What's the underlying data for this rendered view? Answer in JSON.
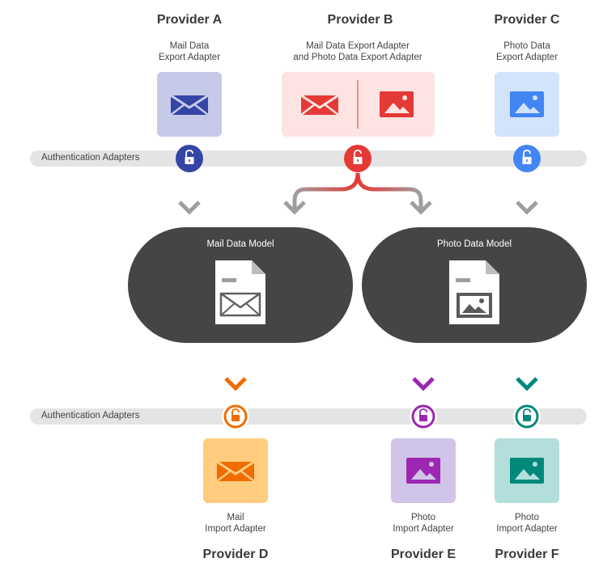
{
  "providers": {
    "a": "Provider A",
    "b": "Provider B",
    "c": "Provider C",
    "d": "Provider D",
    "e": "Provider E",
    "f": "Provider F"
  },
  "export_adapters": {
    "a": "Mail Data\nExport Adapter",
    "b": "Mail Data Export Adapter\nand Photo Data Export Adapter",
    "c": "Photo Data\nExport Adapter"
  },
  "import_adapters": {
    "d": "Mail\nImport Adapter",
    "e": "Photo\nImport Adapter",
    "f": "Photo\nImport Adapter"
  },
  "auth_bands": {
    "top": "Authentication Adapters",
    "bottom": "Authentication Adapters"
  },
  "models": {
    "mail": "Mail Data Model",
    "photo": "Photo Data Model"
  },
  "colors": {
    "navy": "#3545a5",
    "red": "#e53935",
    "blue": "#4285f4",
    "orange": "#ef6c00",
    "purple": "#9c27b0",
    "teal": "#00897b",
    "model_bg": "#454545"
  },
  "icons": [
    "envelope-icon",
    "photo-icon",
    "lock-icon",
    "document-icon",
    "arrow-down-icon"
  ]
}
